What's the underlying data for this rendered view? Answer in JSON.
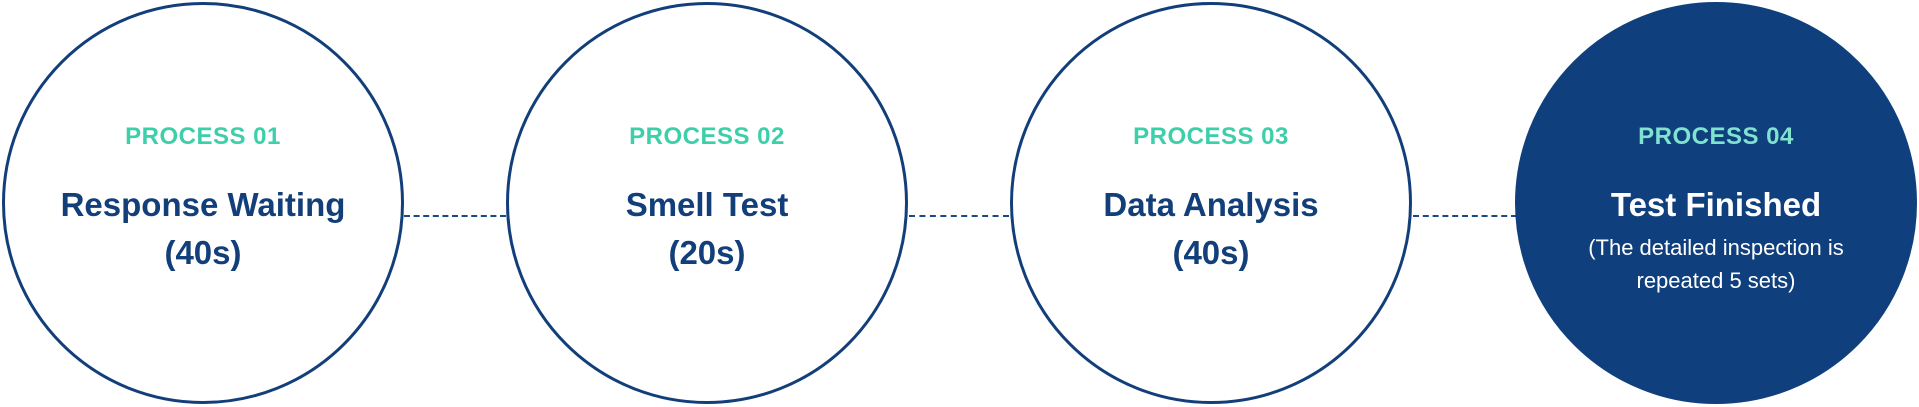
{
  "steps": [
    {
      "label": "PROCESS 01",
      "title_line1": "Response Waiting",
      "title_line2": "(40s)"
    },
    {
      "label": "PROCESS 02",
      "title_line1": "Smell Test",
      "title_line2": "(20s)"
    },
    {
      "label": "PROCESS 03",
      "title_line1": "Data Analysis",
      "title_line2": "(40s)"
    },
    {
      "label": "PROCESS 04",
      "title_line1": "Test Finished",
      "detail_line1": "(The detailed inspection is",
      "detail_line2": "repeated 5 sets)"
    }
  ],
  "colors": {
    "navy": "#0f3f7c",
    "teal": "#3ccfaa",
    "light_teal": "#7fe3d0"
  }
}
